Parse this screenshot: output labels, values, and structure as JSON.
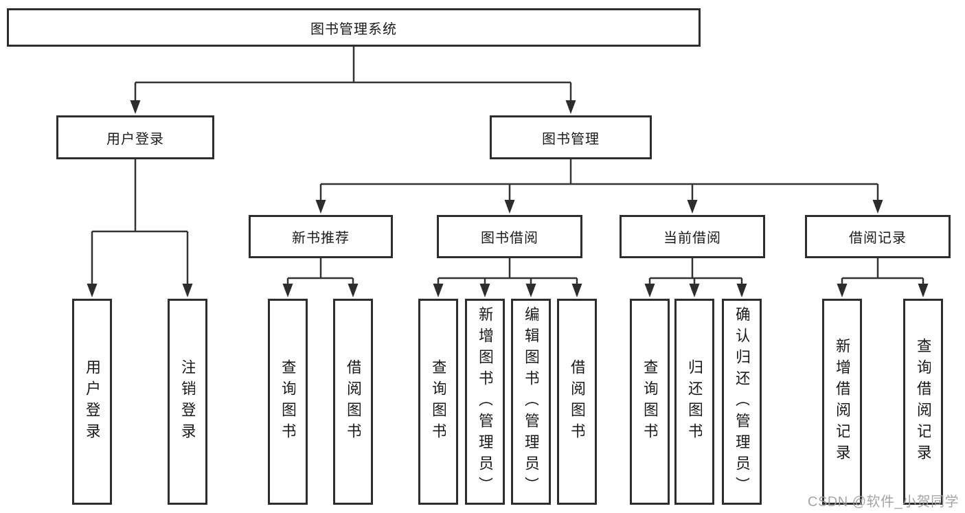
{
  "diagram": {
    "root": {
      "label": "图书管理系统"
    },
    "level2": [
      {
        "label": "用户登录",
        "children": [
          {
            "label": "用户登录"
          },
          {
            "label": "注销登录"
          }
        ]
      },
      {
        "label": "图书管理",
        "children": [
          {
            "label": "新书推荐",
            "children": [
              {
                "label": "查询图书"
              },
              {
                "label": "借阅图书"
              }
            ]
          },
          {
            "label": "图书借阅",
            "children": [
              {
                "label": "查询图书"
              },
              {
                "label": "新增图书（管理员）"
              },
              {
                "label": "编辑图书（管理员）"
              },
              {
                "label": "借阅图书"
              }
            ]
          },
          {
            "label": "当前借阅",
            "children": [
              {
                "label": "查询图书"
              },
              {
                "label": "归还图书"
              },
              {
                "label": "确认归还（管理员）"
              }
            ]
          },
          {
            "label": "借阅记录",
            "children": [
              {
                "label": "新增借阅记录"
              },
              {
                "label": "查询借阅记录"
              }
            ]
          }
        ]
      }
    ]
  },
  "watermark": {
    "text": "CSDN @软件_小贺同学"
  },
  "colors": {
    "border": "#2d2d2d",
    "line": "#333333",
    "background": "#ffffff",
    "text": "#1a1a1a",
    "watermark": "#9e9ea2"
  }
}
